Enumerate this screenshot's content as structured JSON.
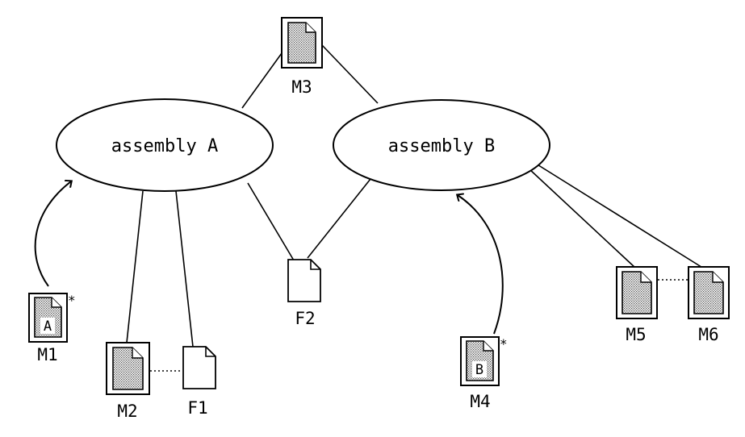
{
  "assemblies": {
    "a": {
      "label": "assembly A"
    },
    "b": {
      "label": "assembly B"
    }
  },
  "files": {
    "m1": {
      "label": "M1",
      "inner": "A",
      "mark": "*"
    },
    "m2": {
      "label": "M2"
    },
    "f1": {
      "label": "F1"
    },
    "m3": {
      "label": "M3"
    },
    "f2": {
      "label": "F2"
    },
    "m4": {
      "label": "M4",
      "inner": "B",
      "mark": "*"
    },
    "m5": {
      "label": "M5"
    },
    "m6": {
      "label": "M6"
    }
  },
  "colors": {
    "ink": "#000000",
    "paper": "#ffffff",
    "stipple": "#9a9a9a"
  }
}
